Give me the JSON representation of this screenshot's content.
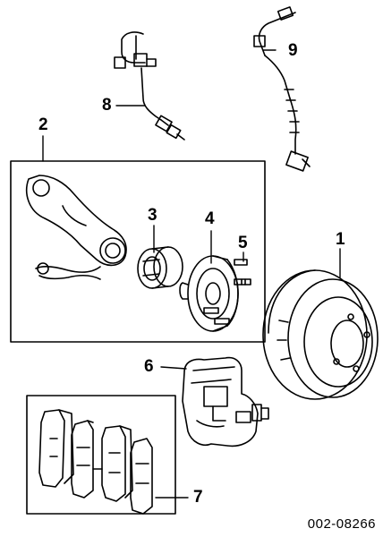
{
  "callouts": {
    "c1": "1",
    "c2": "2",
    "c3": "3",
    "c4": "4",
    "c5": "5",
    "c6": "6",
    "c7": "7",
    "c8": "8",
    "c9": "9"
  },
  "diagram_code": "002-08266",
  "colors": {
    "line": "#000000",
    "background": "#ffffff"
  }
}
